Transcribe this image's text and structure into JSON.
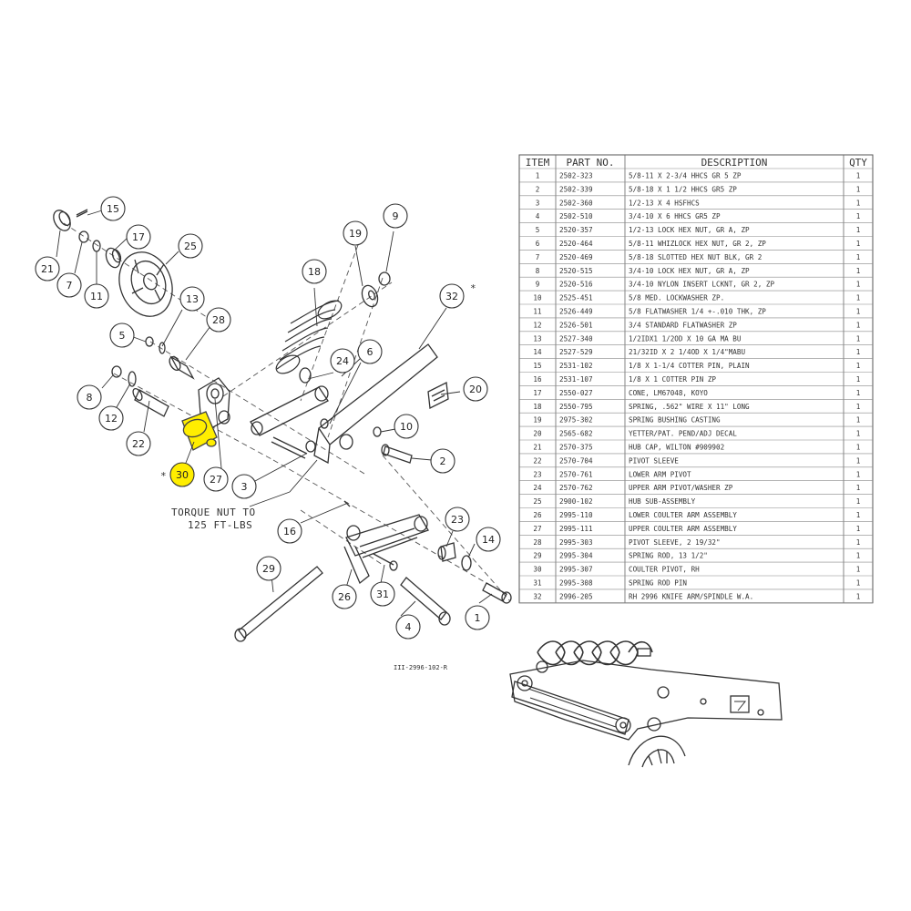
{
  "callouts": [
    {
      "label": "1"
    },
    {
      "label": "2"
    },
    {
      "label": "3"
    },
    {
      "label": "4"
    },
    {
      "label": "5"
    },
    {
      "label": "6"
    },
    {
      "label": "7"
    },
    {
      "label": "8"
    },
    {
      "label": "9"
    },
    {
      "label": "10"
    },
    {
      "label": "11"
    },
    {
      "label": "12"
    },
    {
      "label": "13"
    },
    {
      "label": "14"
    },
    {
      "label": "15"
    },
    {
      "label": "16"
    },
    {
      "label": "17"
    },
    {
      "label": "18"
    },
    {
      "label": "19"
    },
    {
      "label": "20"
    },
    {
      "label": "21"
    },
    {
      "label": "22"
    },
    {
      "label": "23"
    },
    {
      "label": "24"
    },
    {
      "label": "25"
    },
    {
      "label": "26"
    },
    {
      "label": "27"
    },
    {
      "label": "28"
    },
    {
      "label": "29"
    },
    {
      "label": "30"
    },
    {
      "label": "31"
    },
    {
      "label": "32"
    }
  ],
  "highlighted_item": "30",
  "highlight_color": "#ffee00",
  "notes": {
    "torque_line1": "TORQUE NUT TO",
    "torque_line2": "125 FT-LBS",
    "asterisk": "*"
  },
  "drawing_id": "III-2996-102-R",
  "parts_table": {
    "headers": [
      "ITEM",
      "PART NO.",
      "DESCRIPTION",
      "QTY"
    ],
    "rows": [
      [
        "1",
        "2502-323",
        "5/8-11 X 2-3/4 HHCS GR 5 ZP",
        "1"
      ],
      [
        "2",
        "2502-339",
        "5/8-18 X 1 1/2  HHCS GR5 ZP",
        "1"
      ],
      [
        "3",
        "2502-360",
        "1/2-13 X 4 HSFHCS",
        "1"
      ],
      [
        "4",
        "2502-510",
        "3/4-10 X 6 HHCS GR5 ZP",
        "1"
      ],
      [
        "5",
        "2520-357",
        "1/2-13 LOCK HEX NUT, GR A, ZP",
        "1"
      ],
      [
        "6",
        "2520-464",
        "5/8-11 WHIZLOCK HEX NUT, GR 2, ZP",
        "1"
      ],
      [
        "7",
        "2520-469",
        "5/8-18 SLOTTED HEX NUT BLK, GR 2",
        "1"
      ],
      [
        "8",
        "2520-515",
        "3/4-10 LOCK HEX NUT, GR A, ZP",
        "1"
      ],
      [
        "9",
        "2520-516",
        "3/4-10 NYLON INSERT LCKNT, GR 2, ZP",
        "1"
      ],
      [
        "10",
        "2525-451",
        "5/8 MED. LOCKWASHER ZP.",
        "1"
      ],
      [
        "11",
        "2526-449",
        "5/8 FLATWASHER 1/4 +-.010 THK, ZP",
        "1"
      ],
      [
        "12",
        "2526-501",
        "3/4 STANDARD FLATWASHER ZP",
        "1"
      ],
      [
        "13",
        "2527-340",
        "1/2IDX1 1/2OD X 10 GA MA BU",
        "1"
      ],
      [
        "14",
        "2527-529",
        "21/32ID X 2 1/4OD X 1/4\"MABU",
        "1"
      ],
      [
        "15",
        "2531-102",
        "1/8 X 1-1/4 COTTER PIN, PLAIN",
        "1"
      ],
      [
        "16",
        "2531-107",
        "1/8 X 1 COTTER PIN ZP",
        "1"
      ],
      [
        "17",
        "2550-027",
        "CONE, LM67048, KOYO",
        "1"
      ],
      [
        "18",
        "2550-795",
        "SPRING, .562\" WIRE X 11\" LONG",
        "1"
      ],
      [
        "19",
        "2975-302",
        "SPRING BUSHING CASTING",
        "1"
      ],
      [
        "20",
        "2565-682",
        "YETTER/PAT. PEND/ADJ DECAL",
        "1"
      ],
      [
        "21",
        "2570-375",
        "HUB CAP, WILTON #909902",
        "1"
      ],
      [
        "22",
        "2570-704",
        "PIVOT SLEEVE",
        "1"
      ],
      [
        "23",
        "2570-761",
        "LOWER ARM PIVOT",
        "1"
      ],
      [
        "24",
        "2570-762",
        "UPPER ARM PIVOT/WASHER ZP",
        "1"
      ],
      [
        "25",
        "2900-102",
        "HUB SUB-ASSEMBLY",
        "1"
      ],
      [
        "26",
        "2995-110",
        "LOWER COULTER ARM ASSEMBLY",
        "1"
      ],
      [
        "27",
        "2995-111",
        "UPPER COULTER ARM ASSEMBLY",
        "1"
      ],
      [
        "28",
        "2995-303",
        "PIVOT SLEEVE, 2 19/32\"",
        "1"
      ],
      [
        "29",
        "2995-304",
        "SPRING ROD, 13 1/2\"",
        "1"
      ],
      [
        "30",
        "2995-307",
        "COULTER PIVOT, RH",
        "1"
      ],
      [
        "31",
        "2995-308",
        "SPRING ROD PIN",
        "1"
      ],
      [
        "32",
        "2996-205",
        "RH 2996 KNIFE ARM/SPINDLE W.A.",
        "1"
      ]
    ]
  }
}
